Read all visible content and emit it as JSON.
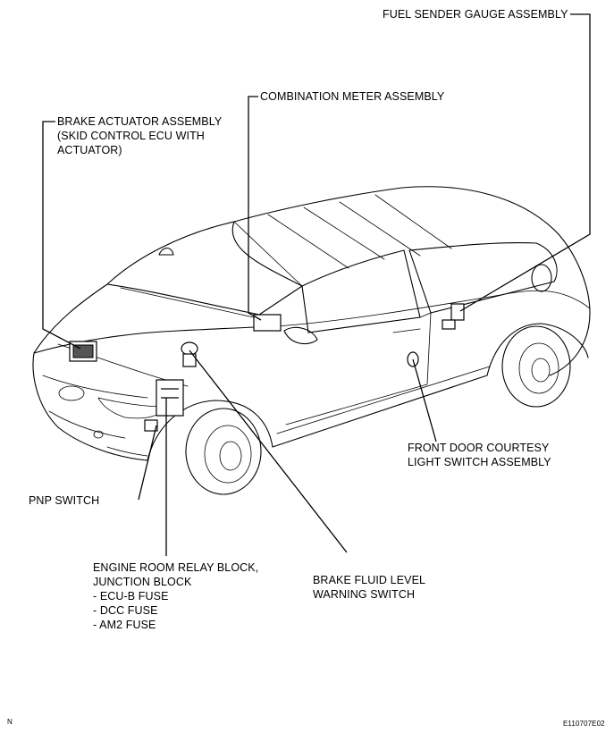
{
  "labels": {
    "fuel_sender": "FUEL SENDER GAUGE ASSEMBLY",
    "combination_meter": "COMBINATION METER ASSEMBLY",
    "brake_actuator": {
      "line1": "BRAKE ACTUATOR ASSEMBLY",
      "line2": "(SKID CONTROL ECU WITH",
      "line3": "ACTUATOR)"
    },
    "front_door": {
      "line1": "FRONT DOOR COURTESY",
      "line2": "LIGHT SWITCH ASSEMBLY"
    },
    "pnp_switch": "PNP SWITCH",
    "engine_room": {
      "line1": "ENGINE ROOM RELAY BLOCK,",
      "line2": "JUNCTION BLOCK",
      "item1": "- ECU-B FUSE",
      "item2": "- DCC FUSE",
      "item3": "- AM2 FUSE"
    },
    "brake_fluid": {
      "line1": "BRAKE FLUID LEVEL",
      "line2": "WARNING SWITCH"
    }
  },
  "corner_left": "N",
  "corner_right": "E110707E02"
}
